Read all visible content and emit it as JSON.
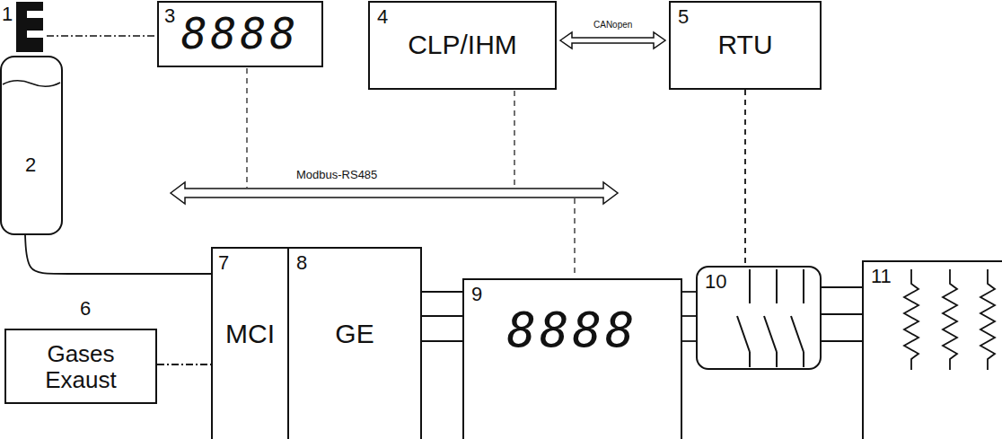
{
  "diagram": {
    "nodes": [
      {
        "text": [
          "2"
        ]
      },
      {
        "text": [
          "3",
          "8888"
        ]
      },
      {
        "text": [
          "4",
          "CLP/IHM"
        ]
      },
      {
        "text": [
          "5",
          "RTU"
        ]
      },
      {
        "text": [
          "6",
          "Gases Exaust"
        ]
      },
      {
        "text": [
          "7",
          "MCI"
        ]
      },
      {
        "text": [
          "8",
          "GE"
        ]
      },
      {
        "text": [
          "9",
          "8888"
        ]
      },
      {
        "text": [
          "10"
        ]
      },
      {
        "text": [
          "11"
        ]
      }
    ],
    "edges": [
      {
        "from": 2,
        "to": 3,
        "arrow": "both",
        "label": "CANopen"
      },
      {
        "from": 3,
        "to": 8,
        "arrow": "none"
      },
      {
        "from": 0,
        "to": 5,
        "arrow": "none"
      },
      {
        "from": 4,
        "to": 5,
        "arrow": "none"
      },
      {
        "from": 6,
        "to": 7,
        "arrow": "none"
      },
      {
        "from": 6,
        "to": 7,
        "arrow": "none"
      },
      {
        "from": 6,
        "to": 7,
        "arrow": "none"
      },
      {
        "from": 7,
        "to": 8,
        "arrow": "none"
      },
      {
        "from": 7,
        "to": 8,
        "arrow": "none"
      },
      {
        "from": 7,
        "to": 8,
        "arrow": "none"
      },
      {
        "from": 8,
        "to": 9,
        "arrow": "none"
      },
      {
        "from": 8,
        "to": 9,
        "arrow": "none"
      },
      {
        "from": 8,
        "to": 9,
        "arrow": "none"
      }
    ],
    "labels": [
      "1",
      "Modbus-RS485"
    ]
  }
}
